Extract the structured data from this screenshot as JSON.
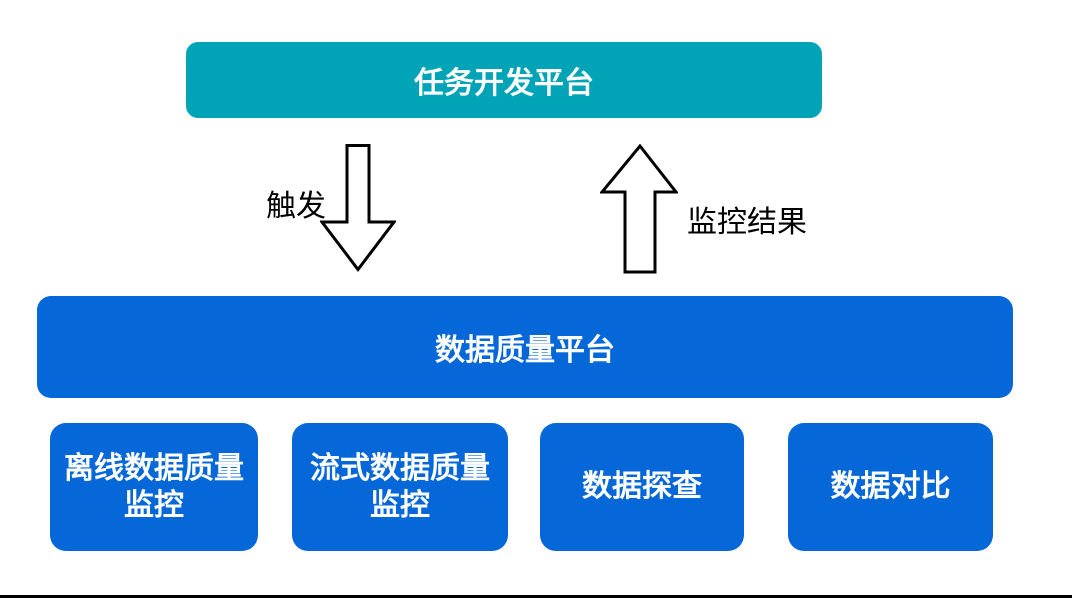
{
  "diagram": {
    "top_node": {
      "label": "任务开发平台"
    },
    "arrows": {
      "down_label": "触发",
      "up_label": "监控结果"
    },
    "platform_node": {
      "label": "数据质量平台"
    },
    "sub_nodes": [
      {
        "label": "离线数据质量监控"
      },
      {
        "label": "流式数据质量监控"
      },
      {
        "label": "数据探查"
      },
      {
        "label": "数据对比"
      }
    ]
  },
  "colors": {
    "teal_fill": "#00a4b6",
    "blue_fill": "#0667d8",
    "node_text": "#ffffff",
    "arrow_outline": "#000000",
    "arrow_fill": "#ffffff",
    "label_text": "#000000",
    "background": "#ffffff",
    "bottom_rule": "#000000"
  }
}
